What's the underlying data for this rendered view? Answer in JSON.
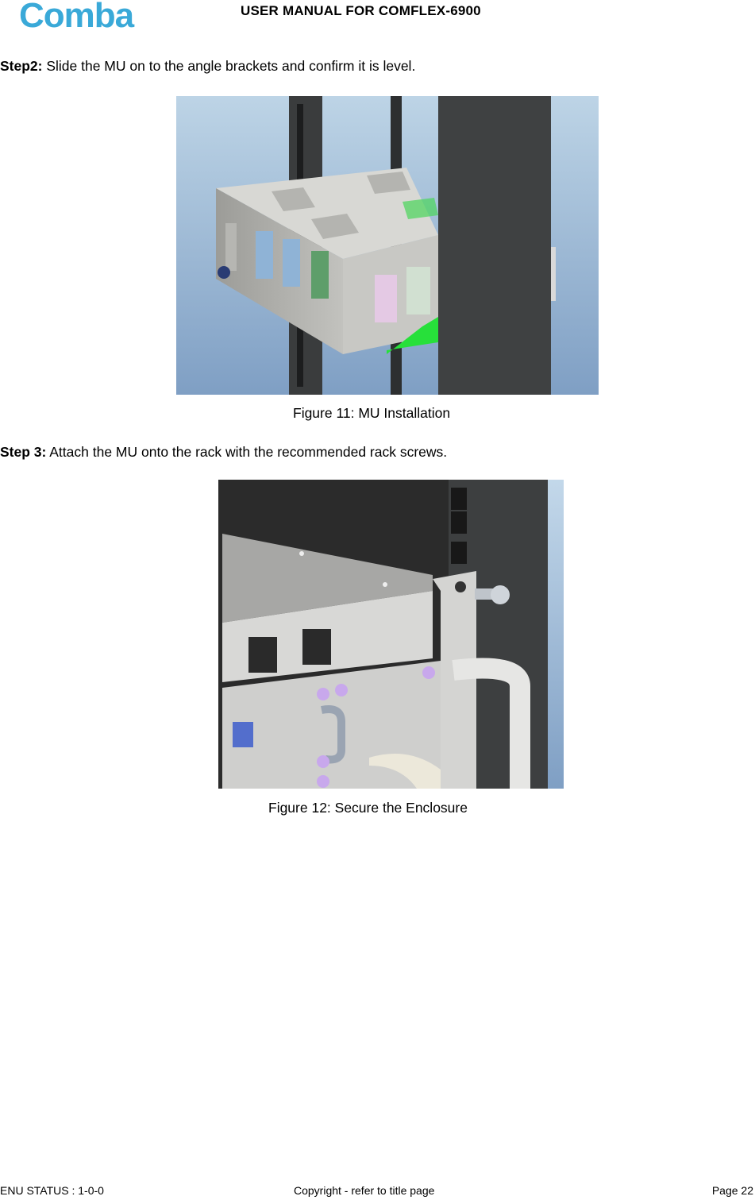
{
  "header": {
    "logo_text": "Comba",
    "title": "USER MANUAL FOR COMFLEX-6900"
  },
  "step2": {
    "label": "Step2:",
    "text": " Slide the MU on to the angle brackets and confirm it is level."
  },
  "figure11": {
    "caption": "Figure 11: MU Installation"
  },
  "step3": {
    "label": "Step 3:",
    "text": " Attach the MU onto the rack with the recommended rack screws."
  },
  "figure12": {
    "caption": "Figure 12: Secure the Enclosure"
  },
  "footer": {
    "status": "ENU STATUS : 1-0-0",
    "copyright": "Copyright - refer to title page",
    "page": "Page 22"
  },
  "colors": {
    "logo": "#3aa9d8",
    "sky_top": "#bdd4e6",
    "sky_bottom": "#7f9fc4",
    "rack": "#3f4142",
    "bracket_green": "#27e03a"
  }
}
